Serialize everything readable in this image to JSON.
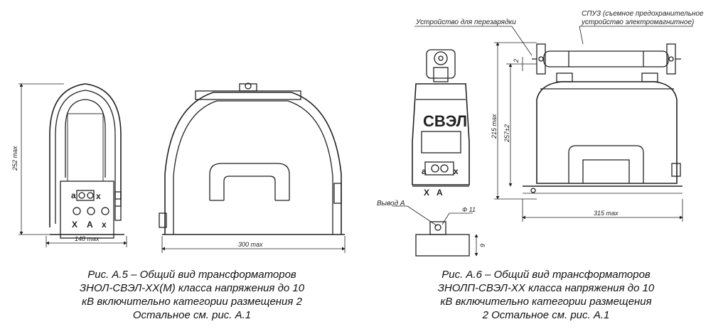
{
  "figure_left": {
    "dims": {
      "height": "252 max",
      "width_front": "148 max",
      "width_side": "300 max"
    },
    "terminals": {
      "a": "a",
      "x": "x",
      "X": "X",
      "A": "A",
      "xA": "x"
    },
    "caption": {
      "line1": "Рис. А.5 – Общий вид трансформаторов",
      "line2": "ЗНОЛ-СВЭЛ-ХХ(М) класса напряжения до 10",
      "line3": "кВ включительно категории размещения 2",
      "line4": "Остальное см. рис. А.1"
    }
  },
  "figure_right": {
    "labels": {
      "recharge_device": "Устройство для перезарядки",
      "spuz_line1": "СПУЗ (съемное предохранительное",
      "spuz_line2": "устройство электромагнитное)",
      "output_a": "Вывод А"
    },
    "brand": "СВЭЛ",
    "dims": {
      "h215": "215 max",
      "h257": "257±2",
      "w315": "315 max",
      "small2": "2",
      "d11": "Ф 11",
      "h9": "9"
    },
    "terminals": {
      "a": "a",
      "x": "x",
      "X": "X",
      "A": "A"
    },
    "caption": {
      "line1": "Рис. А.6 – Общий вид трансформаторов",
      "line2": "ЗНОЛП-СВЭЛ-ХХ класса напряжения до 10",
      "line3": "кВ включительно категории размещения",
      "line4": "2 Остальное см. рис. А.1"
    }
  }
}
